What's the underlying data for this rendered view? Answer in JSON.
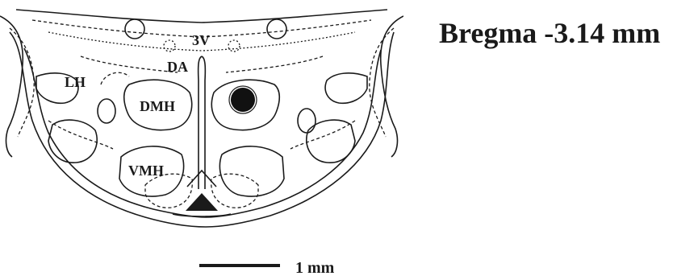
{
  "title": "Bregma -3.14 mm",
  "labels": {
    "third_ventricle": "3V",
    "dorsal_area": "DA",
    "lateral_hypothalamus": "LH",
    "dorsomedial_hypothalamus": "DMH",
    "ventromedial_hypothalamus": "VMH"
  },
  "scale_bar": {
    "label": "1 mm"
  },
  "colors": {
    "ink": "#1a1a1a",
    "background": "#ffffff"
  }
}
